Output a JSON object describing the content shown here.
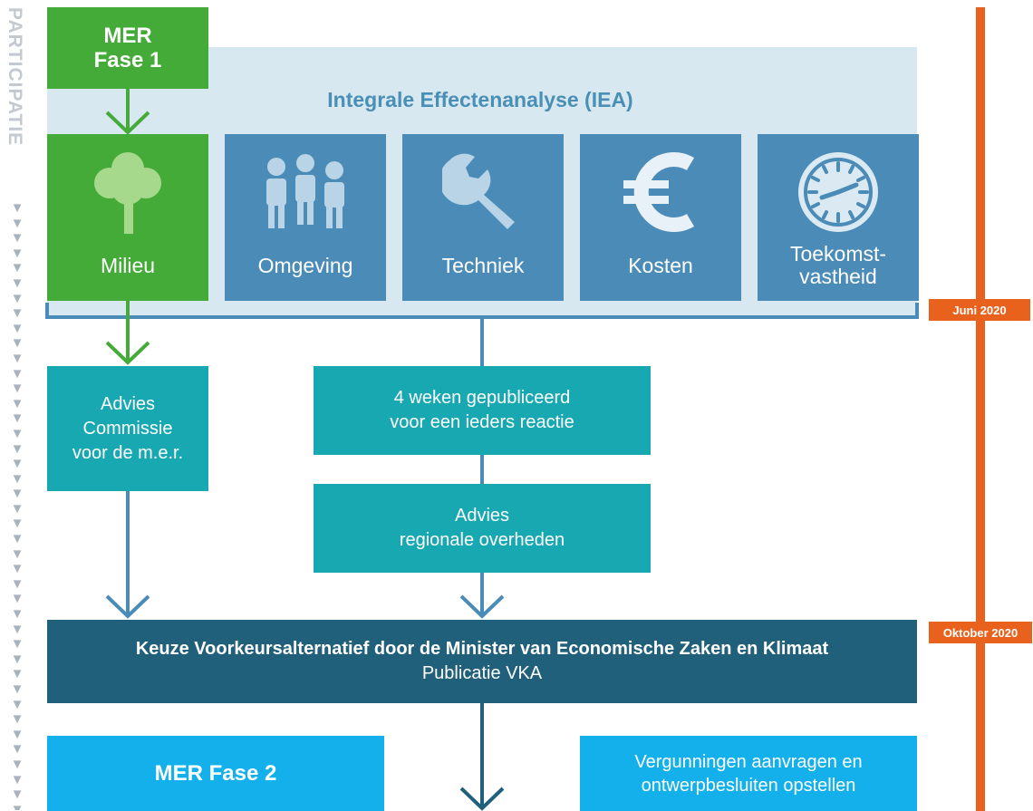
{
  "side_label": "PARTICIPATIE",
  "mer_fase1": {
    "line1": "MER",
    "line2": "Fase 1"
  },
  "iea_title": "Integrale Effectenanalyse (IEA)",
  "categories": [
    {
      "label": "Milieu",
      "icon": "tree-icon"
    },
    {
      "label": "Omgeving",
      "icon": "people-icon"
    },
    {
      "label": "Techniek",
      "icon": "wrench-icon"
    },
    {
      "label": "Kosten",
      "icon": "euro-icon"
    },
    {
      "label_line1": "Toekomst-",
      "label_line2": "vastheid",
      "icon": "clock-icon"
    }
  ],
  "advies_commissie": {
    "line1": "Advies",
    "line2": "Commissie",
    "line3": "voor de m.e.r."
  },
  "publicatie": {
    "line1": "4 weken gepubliceerd",
    "line2": "voor een ieders reactie"
  },
  "advies_regionaal": {
    "line1": "Advies",
    "line2": "regionale overheden"
  },
  "keuze": {
    "title": "Keuze Voorkeursalternatief door de Minister van Economische Zaken en Klimaat",
    "subtitle": "Publicatie VKA"
  },
  "mer_fase2": "MER Fase 2",
  "vergunningen": {
    "line1": "Vergunningen aanvragen en",
    "line2": "ontwerpbesluiten opstellen"
  },
  "timeline": {
    "juni": "Juni 2020",
    "oktober": "Oktober 2020"
  },
  "colors": {
    "green": "#44ab39",
    "steel_blue": "#4a8cb7",
    "teal": "#17a8b2",
    "dark_blue": "#21607a",
    "light_blue": "#13b0ec",
    "orange": "#e9621d",
    "band": "#d8e8f1"
  }
}
